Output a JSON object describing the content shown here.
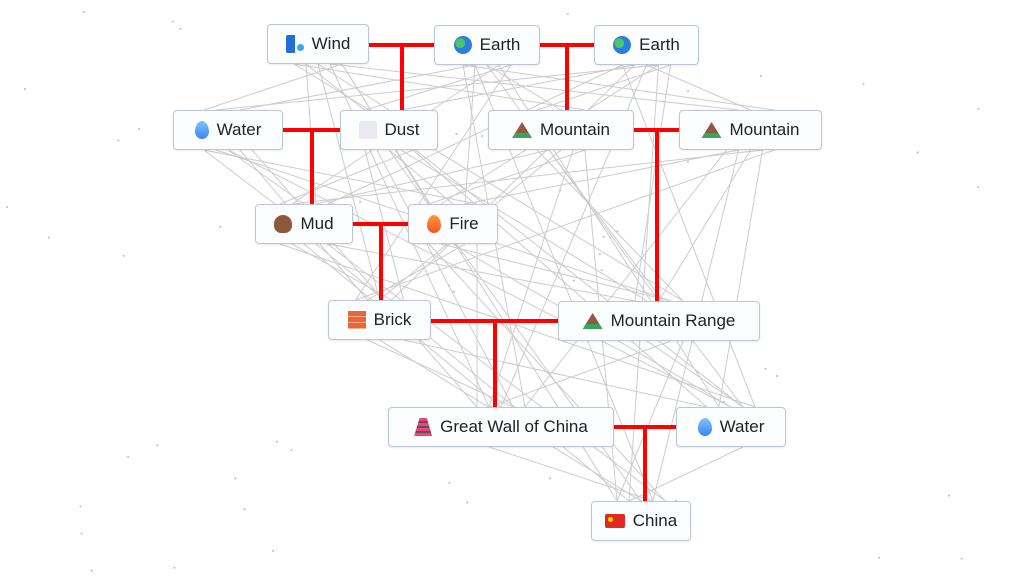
{
  "nodes": [
    {
      "id": "wind",
      "label": "Wind",
      "icon": "wind-icon"
    },
    {
      "id": "earth1",
      "label": "Earth",
      "icon": "earth-globe-icon"
    },
    {
      "id": "earth2",
      "label": "Earth",
      "icon": "earth-globe-icon"
    },
    {
      "id": "water1",
      "label": "Water",
      "icon": "water-drop-icon"
    },
    {
      "id": "dust",
      "label": "Dust",
      "icon": "dust-icon"
    },
    {
      "id": "mountain1",
      "label": "Mountain",
      "icon": "mountain-icon"
    },
    {
      "id": "mountain2",
      "label": "Mountain",
      "icon": "mountain-icon"
    },
    {
      "id": "mud",
      "label": "Mud",
      "icon": "mud-icon"
    },
    {
      "id": "fire",
      "label": "Fire",
      "icon": "fire-icon"
    },
    {
      "id": "brick",
      "label": "Brick",
      "icon": "brick-icon"
    },
    {
      "id": "mountain_range",
      "label": "Mountain Range",
      "icon": "mountain-icon"
    },
    {
      "id": "great_wall",
      "label": "Great Wall of China",
      "icon": "pagoda-icon"
    },
    {
      "id": "water2",
      "label": "Water",
      "icon": "water-drop-icon"
    },
    {
      "id": "china",
      "label": "China",
      "icon": "china-flag-icon"
    }
  ],
  "recipes": [
    {
      "inputs": [
        "wind",
        "earth1"
      ],
      "result": "dust"
    },
    {
      "inputs": [
        "earth1",
        "earth2"
      ],
      "result": "mountain1"
    },
    {
      "inputs": [
        "water1",
        "dust"
      ],
      "result": "mud"
    },
    {
      "inputs": [
        "mountain1",
        "mountain2"
      ],
      "result": "mountain_range"
    },
    {
      "inputs": [
        "mud",
        "fire"
      ],
      "result": "brick"
    },
    {
      "inputs": [
        "brick",
        "mountain_range"
      ],
      "result": "great_wall"
    },
    {
      "inputs": [
        "great_wall",
        "water2"
      ],
      "result": "china"
    }
  ],
  "colors": {
    "recipe_line": "#ff0000",
    "mesh_line": "#cccccc",
    "node_border": "#b9c7d8"
  }
}
